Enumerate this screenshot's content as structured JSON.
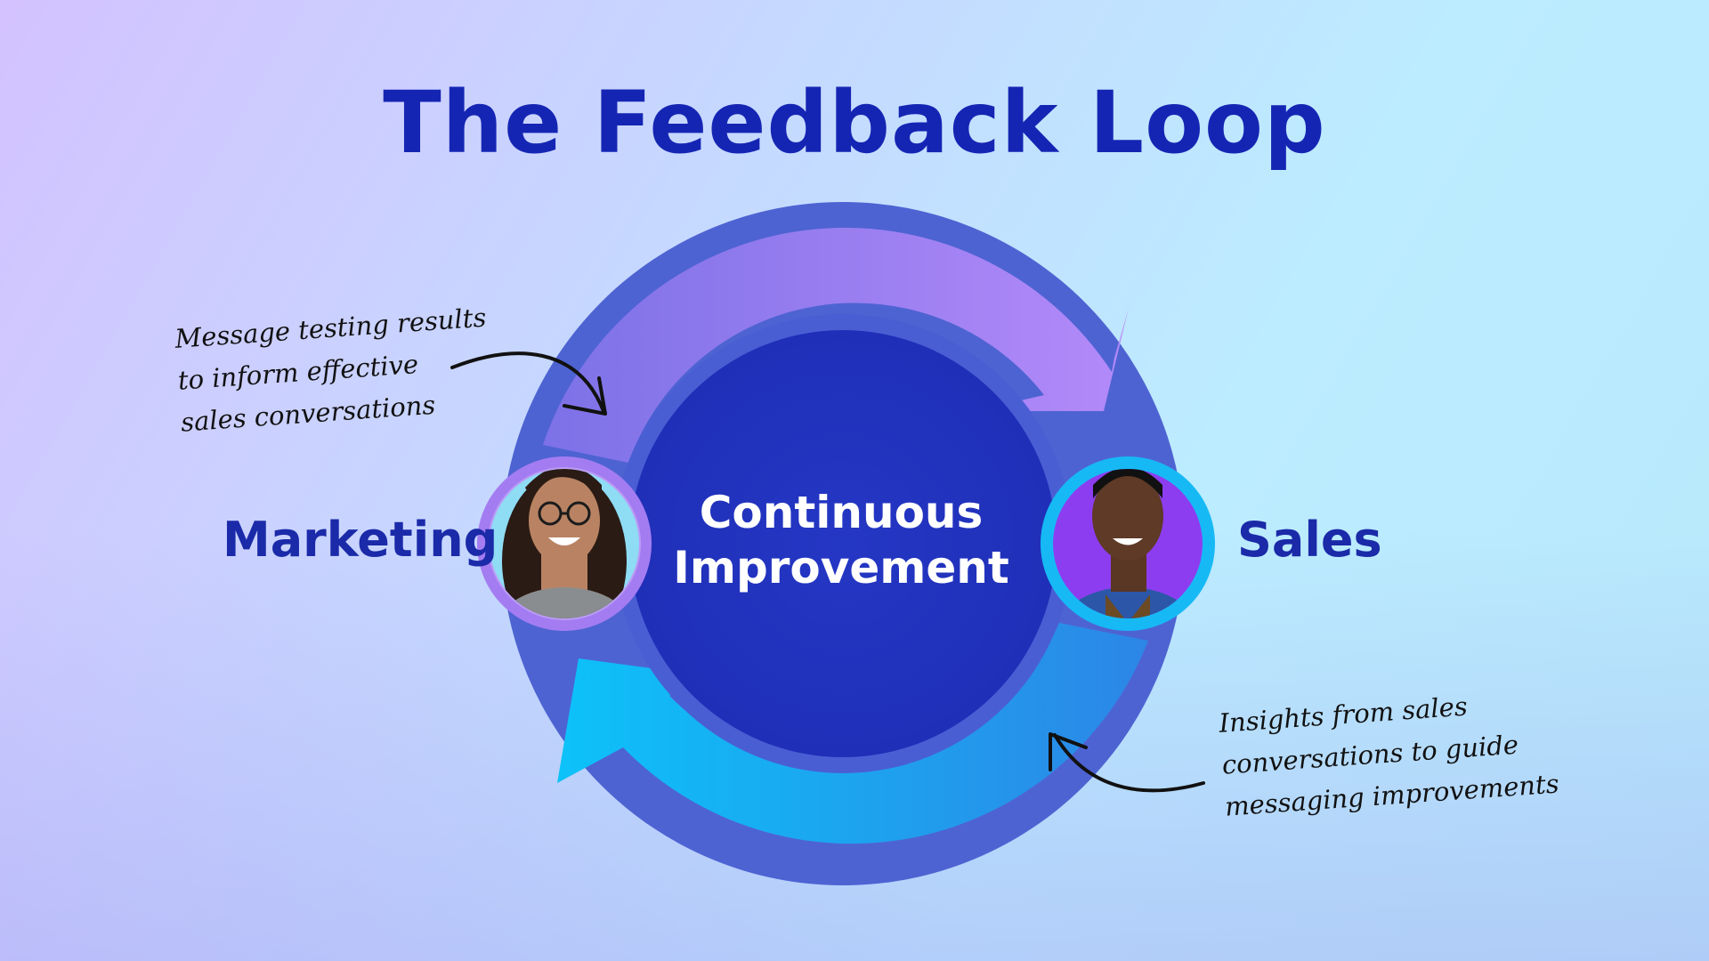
{
  "title": "The Feedback Loop",
  "center": {
    "line1": "Continuous",
    "line2": "Improvement"
  },
  "left_person": {
    "label": "Marketing",
    "ring_color": "#a47cf2",
    "bg_color": "#8fdcf5"
  },
  "right_person": {
    "label": "Sales",
    "ring_color": "#17b9f5",
    "bg_color": "#8d3df0"
  },
  "annotations": {
    "top_left": [
      "Message testing results",
      "to inform effective",
      "sales conversations"
    ],
    "bottom_right": [
      "Insights from sales",
      "conversations to guide",
      "messaging improvements"
    ]
  },
  "colors": {
    "title": "#1525b3",
    "outer_ring": "#4e63d2",
    "center_circle": "#2233bf",
    "top_arrow_start": "#7f72e8",
    "top_arrow_end": "#b98cfb",
    "bottom_arrow_start": "#0dc2f8",
    "bottom_arrow_end": "#2c86e6"
  }
}
